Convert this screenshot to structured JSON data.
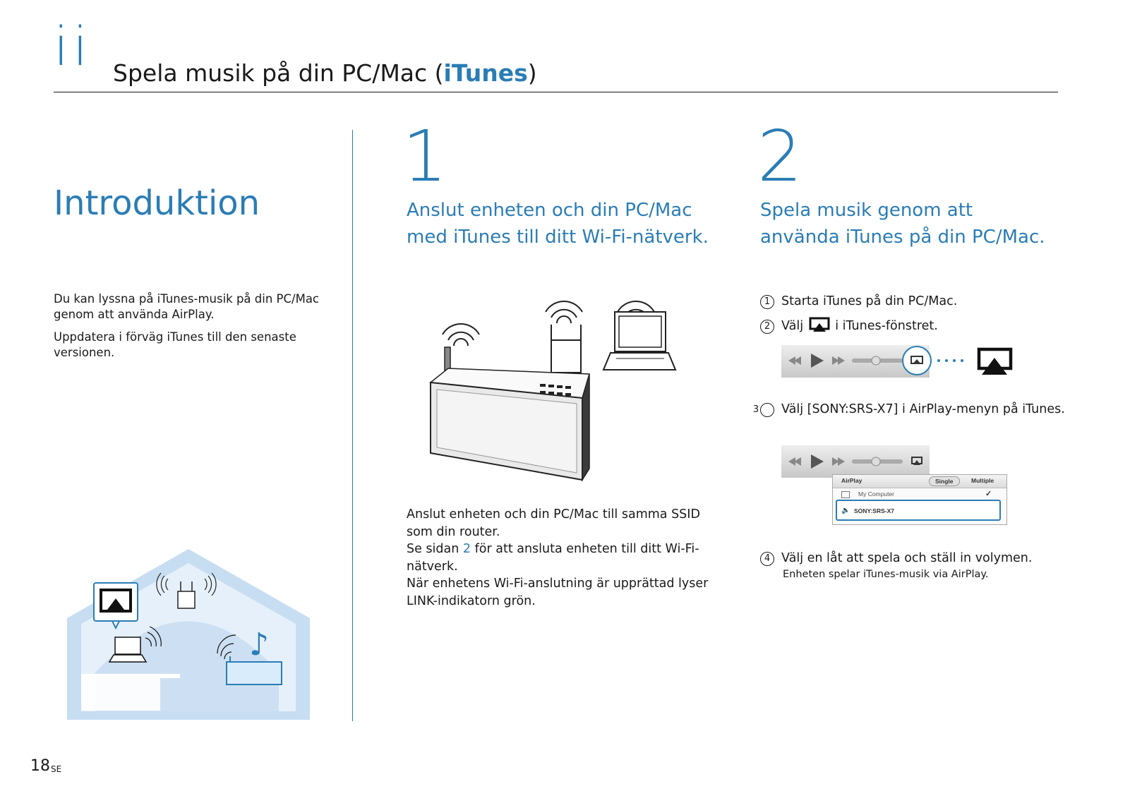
{
  "header": {
    "chapter_mark": "ii",
    "title_prefix": "Spela musik på din PC/Mac (",
    "title_highlight": "iTunes",
    "title_suffix": ")"
  },
  "intro": {
    "heading": "Introduktion",
    "paragraphs": [
      "Du kan lyssna på iTunes-musik på din PC/Mac genom att använda AirPlay.",
      "Uppdatera i förväg iTunes till den senaste versionen."
    ]
  },
  "step1": {
    "number": "1",
    "heading": "Anslut enheten och din PC/Mac med iTunes till ditt Wi-Fi-nätverk.",
    "text_1": "Anslut enheten och din PC/Mac till samma SSID som din router.",
    "text_2_before": "Se sidan ",
    "text_2_link": "2",
    "text_2_after": " för att ansluta enheten till ditt Wi-Fi-nätverk.",
    "text_3": "När enhetens Wi-Fi-anslutning är upprättad lyser LINK-indikatorn grön."
  },
  "step2": {
    "number": "2",
    "heading": "Spela musik genom att använda iTunes på din PC/Mac.",
    "substeps": [
      {
        "marker": "1",
        "text": "Starta iTunes på din PC/Mac."
      },
      {
        "marker": "2",
        "text_before": "Välj ",
        "icon": "airplay-icon",
        "text_after": " i iTunes-fönstret."
      },
      {
        "marker": "3",
        "text": "Välj [SONY:SRS-X7] i AirPlay-menyn på iTunes."
      },
      {
        "marker": "4",
        "text": "Välj en låt att spela och ställ in volymen.",
        "note": "Enheten spelar iTunes-musik via AirPlay."
      }
    ],
    "airplay_menu": {
      "title": "AirPlay",
      "modes": [
        "Single",
        "Multiple"
      ],
      "items": [
        "My Computer",
        "SONY:SRS-X7"
      ]
    }
  },
  "footer": {
    "page_number": "18",
    "language_code": "SE"
  },
  "colors": {
    "accent": "#2a7db5",
    "house_fill": "#c7ddf1",
    "house_inner": "#e6f0fa"
  }
}
